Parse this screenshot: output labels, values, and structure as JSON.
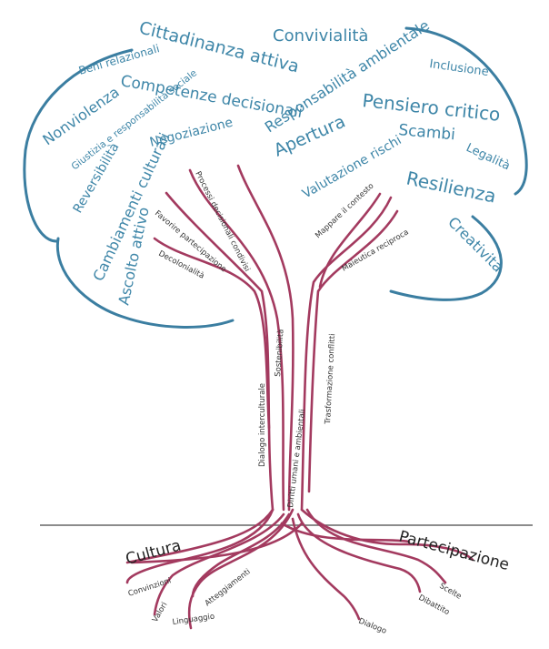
{
  "colors": {
    "crown": "#3e86a8",
    "outline": "#3b7ea1",
    "branches": "#a33a5f",
    "ground": "#666666"
  },
  "crown_terms": [
    "Beni relazionali",
    "Cittadinanza attiva",
    "Convivialità",
    "Competenze decisionali",
    "Nonviolenza",
    "Responsabilità ambientale",
    "Inclusione",
    "Giustizia e responsabilità sociale",
    "Negoziazione",
    "Pensiero critico",
    "Apertura",
    "Scambi",
    "Reversibilità",
    "Cambiamenti culturali",
    "Valutazione rischi",
    "Legalità",
    "Resilienza",
    "Ascolto attivo",
    "Creatività"
  ],
  "branch_labels": [
    "Processi decisionali condivisi",
    "Favorire partecipazione",
    "Decolonialità",
    "Mappare il contesto",
    "Maieutica reciproca",
    "Sostenibilità",
    "Trasformazione conflitti",
    "Dialogo interculturale",
    "Diritti umani e ambientali"
  ],
  "roots": {
    "left_title": "Cultura",
    "right_title": "Partecipazione",
    "left_items": [
      "Convinzioni",
      "Valori",
      "Atteggiamenti",
      "Linguaggio"
    ],
    "right_items": [
      "Scelte",
      "Dibattito",
      "Dialogo"
    ]
  }
}
